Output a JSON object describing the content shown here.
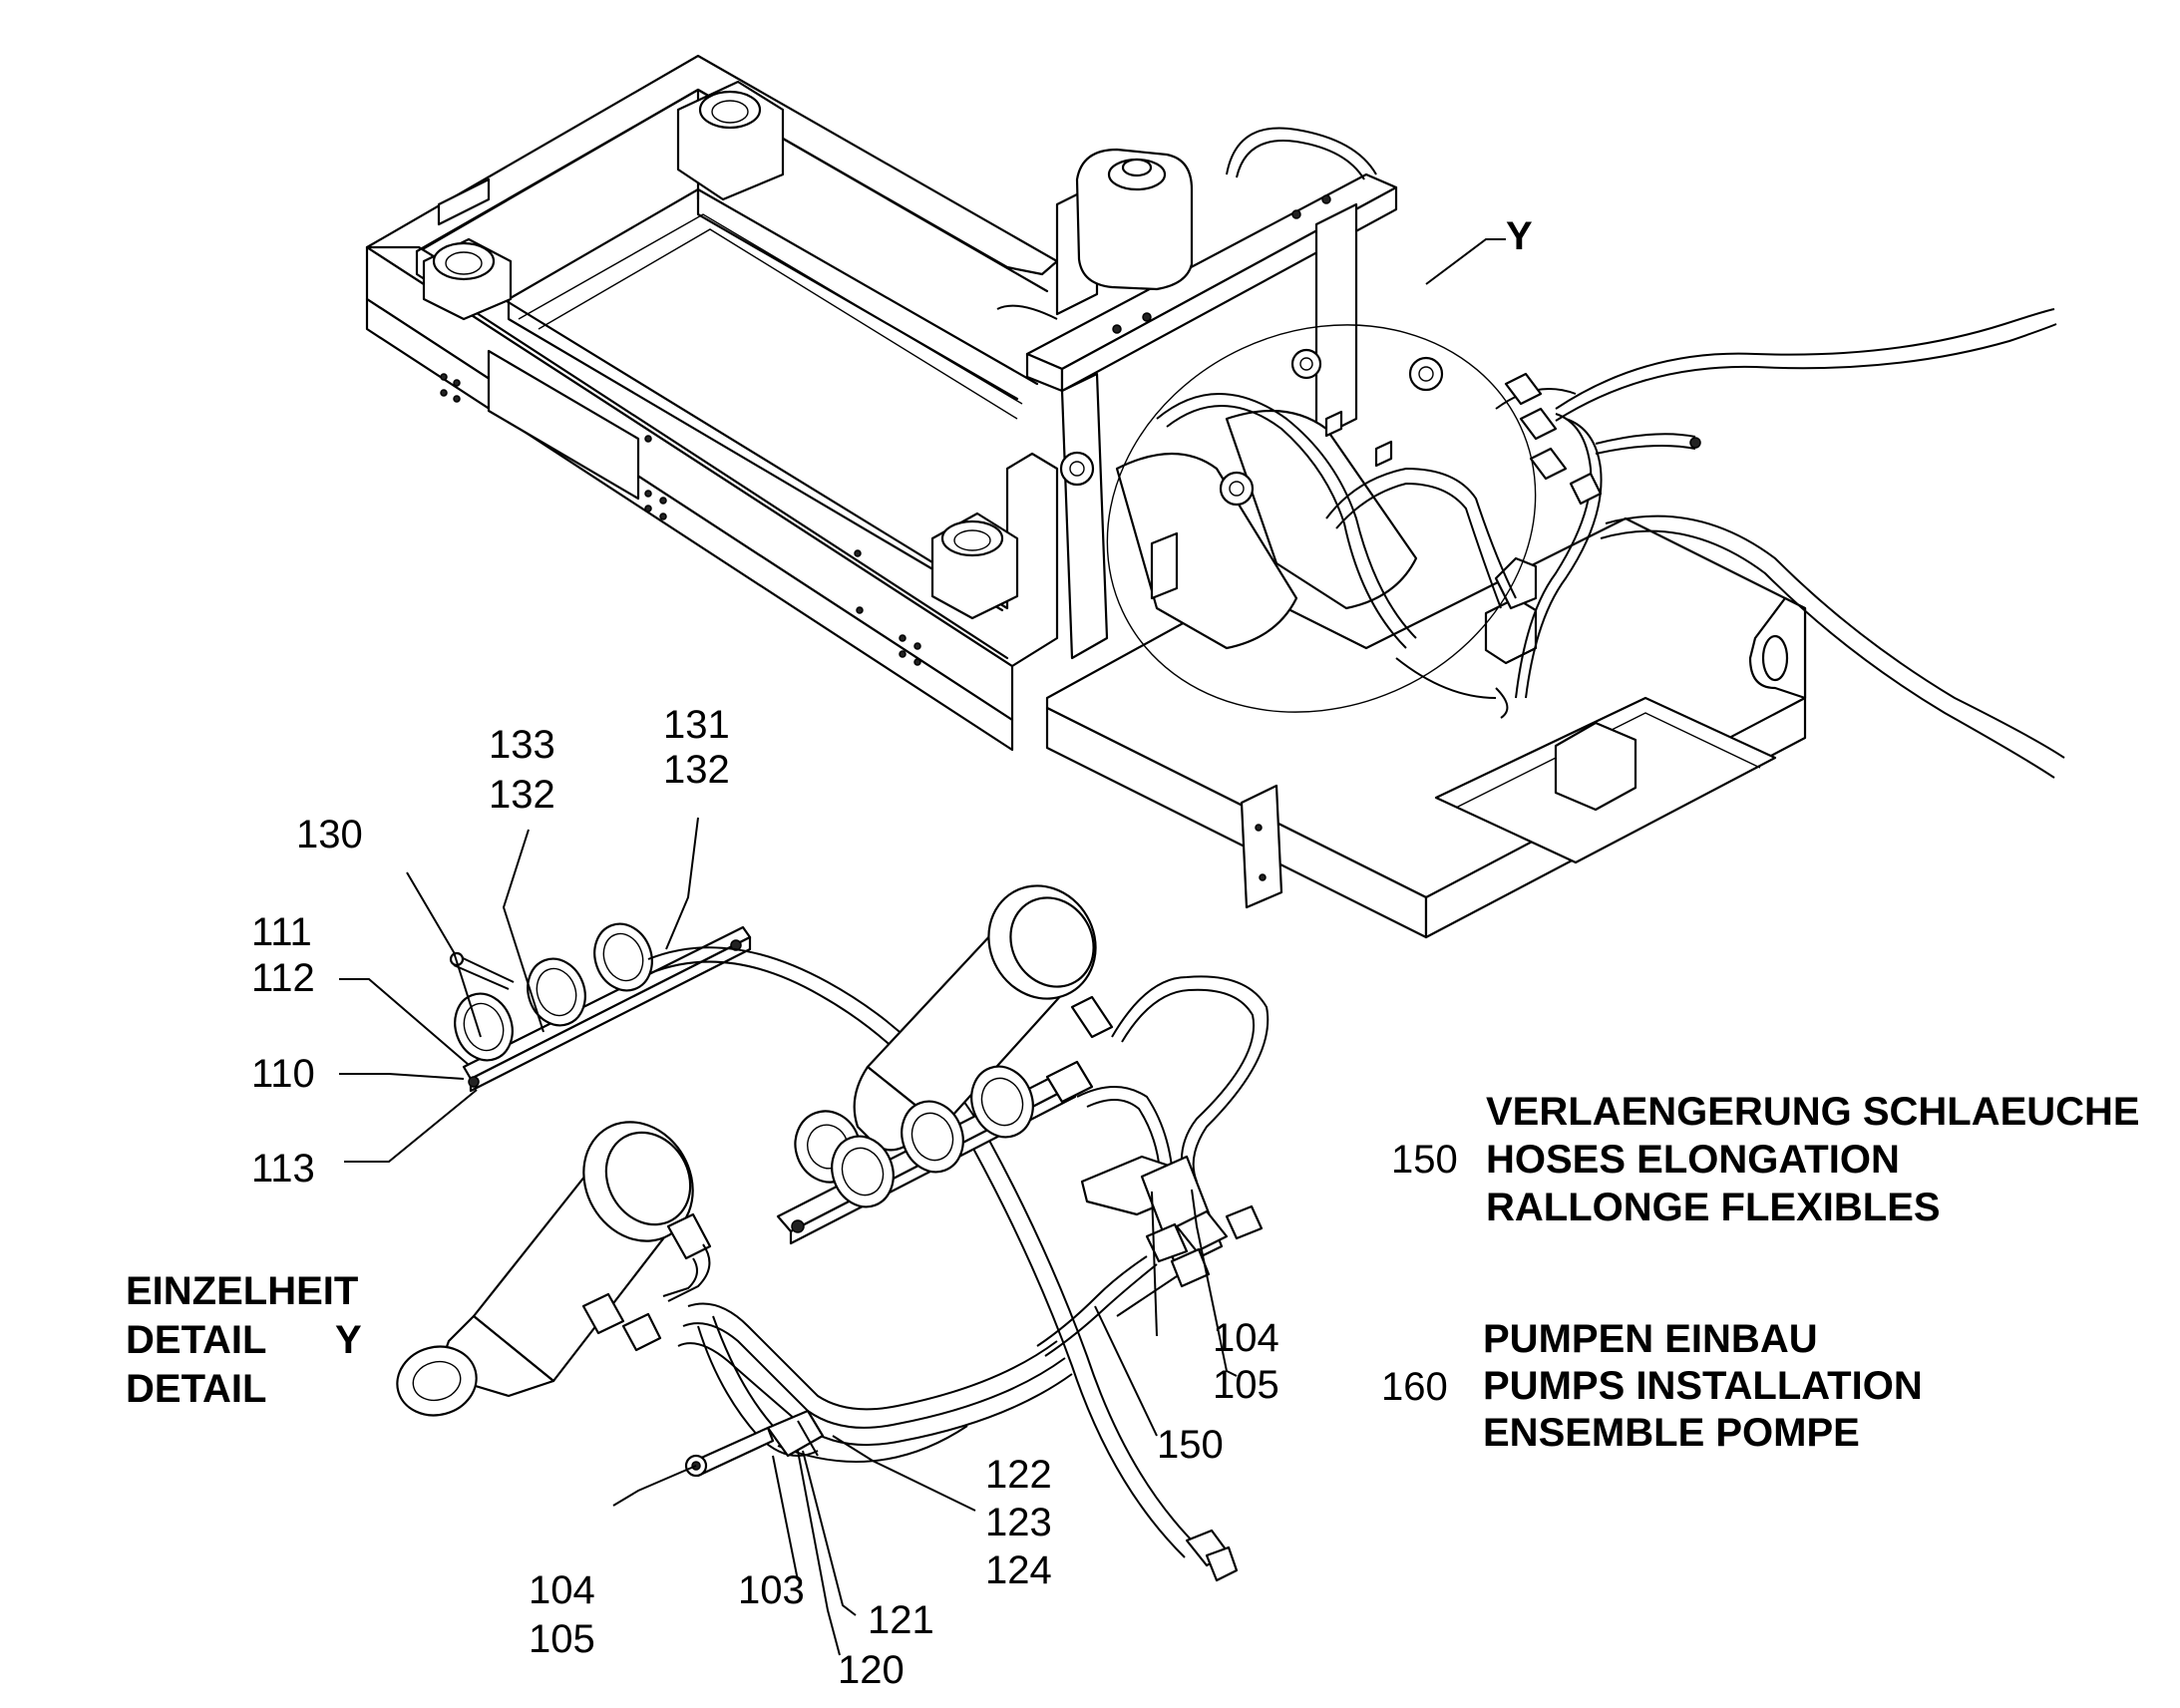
{
  "detail_marker": "Y",
  "callouts": {
    "c133": "133",
    "c132a": "132",
    "c131": "131",
    "c132b": "132",
    "c130": "130",
    "c111": "111",
    "c112": "112",
    "c110": "110",
    "c113": "113",
    "c104a": "104",
    "c105a": "105",
    "c150": "150",
    "c122": "122",
    "c123": "123",
    "c124": "124",
    "c121": "121",
    "c120": "120",
    "c103": "103",
    "c104b": "104",
    "c105b": "105"
  },
  "detail_caption": {
    "line1": "EINZELHEIT",
    "line2": "DETAIL",
    "line2_marker": "Y",
    "line3": "DETAIL"
  },
  "legend": [
    {
      "number": "150",
      "lines": [
        "VERLAENGERUNG SCHLAEUCHE",
        "HOSES ELONGATION",
        "RALLONGE FLEXIBLES"
      ]
    },
    {
      "number": "160",
      "lines": [
        "PUMPEN EINBAU",
        "PUMPS INSTALLATION",
        "ENSEMBLE POMPE"
      ]
    }
  ]
}
